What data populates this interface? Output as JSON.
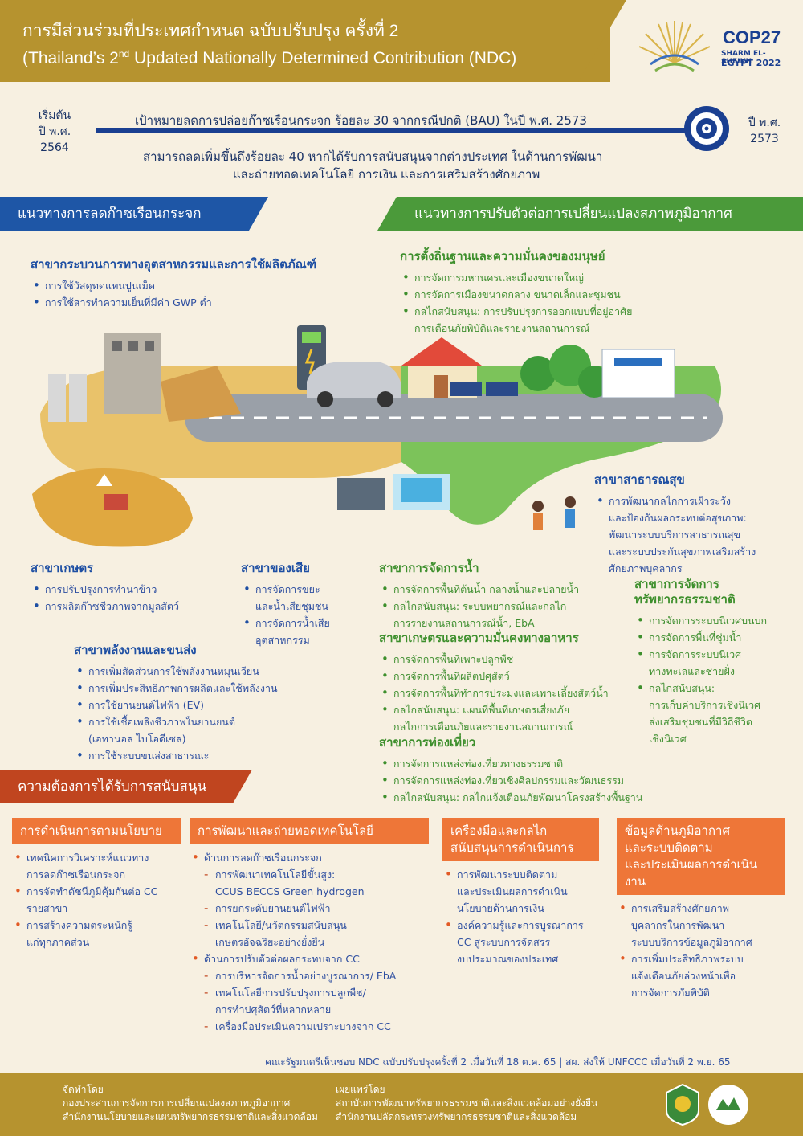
{
  "header": {
    "title_line1": "การมีส่วนร่วมที่ประเทศกำหนด ฉบับปรับปรุง ครั้งที่ 2",
    "title_line2_a": "(Thailand’s 2",
    "title_line2_sup": "nd",
    "title_line2_b": " Updated Nationally Determined Contribution (NDC)",
    "logo_title": "COP27",
    "logo_sub1": "SHARM EL-SHEIKH",
    "logo_sub2": "EGYPT 2022"
  },
  "timeline": {
    "start_l1": "เริ่มต้น",
    "start_l2": "ปี พ.ศ.",
    "start_l3": "2564",
    "end_l1": "ปี พ.ศ.",
    "end_l2": "2573",
    "target": "เป้าหมายลดการปล่อยก๊าซเรือนกระจก ร้อยละ 30 จากกรณีปกติ (BAU) ในปี พ.ศ. 2573",
    "extra_l1": "สามารถลดเพิ่มขึ้นถึงร้อยละ 40 หากได้รับการสนับสนุนจากต่างประเทศ ในด้านการพัฒนา",
    "extra_l2": "และถ่ายทอดเทคโนโลยี การเงิน และการเสริมสร้างศักยภาพ"
  },
  "banners": {
    "mitigation": "แนวทางการลดก๊าซเรือนกระจก",
    "adaptation": "แนวทางการปรับตัวต่อการเปลี่ยนแปลงสภาพภูมิอากาศ",
    "support": "ความต้องการได้รับการสนับสนุน"
  },
  "mitigation": {
    "industry": {
      "title": "สาขากระบวนการทางอุตสาหกรรมและการใช้ผลิตภัณฑ์",
      "items": [
        "การใช้วัสดุทดแทนปูนเม็ด",
        "การใช้สารทำความเย็นที่มีค่า GWP ต่ำ"
      ]
    },
    "agri": {
      "title": "สาขาเกษตร",
      "items": [
        "การปรับปรุงการทำนาข้าว",
        "การผลิตก๊าซชีวภาพจากมูลสัตว์"
      ]
    },
    "waste": {
      "title": "สาขาของเสีย",
      "items": [
        "การจัดการขยะ",
        "และน้ำเสียชุมชน",
        "การจัดการน้ำเสีย",
        "อุตสาหกรรม"
      ]
    },
    "energy": {
      "title": "สาขาพลังงานและขนส่ง",
      "items": [
        "การเพิ่มสัดส่วนการใช้พลังงานหมุนเวียน",
        "การเพิ่มประสิทธิภาพการผลิตและใช้พลังงาน",
        "การใช้ยานยนต์ไฟฟ้า (EV)",
        "การใช้เชื้อเพลิงชีวภาพในยานยนต์",
        "(เอทานอล ไบโอดีเซล)",
        "การใช้ระบบขนส่งสาธารณะ"
      ]
    }
  },
  "adaptation": {
    "settlement": {
      "title": "การตั้งถิ่นฐานและความมั่นคงของมนุษย์",
      "items": [
        "การจัดการมหานครและเมืองขนาดใหญ่",
        "การจัดการเมืองขนาดกลาง ขนาดเล็กและชุมชน",
        "กลไกสนับสนุน: การปรับปรุงการออกแบบที่อยู่อาศัย",
        "การเตือนภัยพิบัติและรายงานสถานการณ์"
      ]
    },
    "health": {
      "title": "สาขาสาธารณสุข",
      "items": [
        "การพัฒนากลไกการเฝ้าระวัง",
        "และป้องกันผลกระทบต่อสุขภาพ:",
        "พัฒนาระบบบริการสาธารณสุข",
        "และระบบประกันสุขภาพเสริมสร้าง",
        "ศักยภาพบุคลากร"
      ]
    },
    "water": {
      "title": "สาขาการจัดการน้ำ",
      "items": [
        "การจัดการพื้นที่ต้นน้ำ กลางน้ำและปลายน้ำ",
        "กลไกสนับสนุน: ระบบพยากรณ์และกลไก",
        "การรายงานสถานการณ์น้ำ, EbA"
      ]
    },
    "natural": {
      "title1": "สาขาการจัดการ",
      "title2": "ทรัพยากรธรรมชาติ",
      "items": [
        "การจัดการระบบนิเวศบนบก",
        "การจัดการพื้นที่ชุ่มน้ำ",
        "การจัดการระบบนิเวศ",
        "ทางทะเลและชายฝั่ง",
        "กลไกสนับสนุน:",
        "การเก็บค่าบริการเชิงนิเวศ",
        "ส่งเสริมชุมชนที่มีวิถีชีวิต",
        "เชิงนิเวศ"
      ]
    },
    "food": {
      "title": "สาขาเกษตรและความมั่นคงทางอาหาร",
      "items": [
        "การจัดการพื้นที่เพาะปลูกพืช",
        "การจัดการพื้นที่ผลิตปศุสัตว์",
        "การจัดการพื้นที่ทำการประมงและเพาะเลี้ยงสัตว์น้ำ",
        "กลไกสนับสนุน: แผนที่พื้นที่เกษตรเสี่ยงภัย",
        "กลไกการเตือนภัยและรายงานสถานการณ์"
      ]
    },
    "tourism": {
      "title": "สาขาการท่องเที่ยว",
      "items": [
        "การจัดการแหล่งท่องเที่ยวทางธรรมชาติ",
        "การจัดการแหล่งท่องเที่ยวเชิงศิลปกรรมและวัฒนธรรม",
        "กลไกสนับสนุน: กลไกแจ้งเตือนภัยพัฒนาโครงสร้างพื้นฐาน"
      ]
    }
  },
  "support": {
    "policy": {
      "title": "การดำเนินการตามนโยบาย",
      "items": [
        "เทคนิคการวิเคราะห์แนวทาง",
        "การลดก๊าซเรือนกระจก",
        "การจัดทำดัชนีภูมิคุ้มกันต่อ CC",
        "รายสาขา",
        "การสร้างความตระหนักรู้",
        "แก่ทุกภาคส่วน"
      ]
    },
    "tech": {
      "title": "การพัฒนาและถ่ายทอดเทคโนโลยี",
      "items": [
        "ด้านการลดก๊าซเรือนกระจก",
        "การพัฒนาเทคโนโลยีขั้นสูง:",
        "CCUS BECCS Green hydrogen",
        "การยกระดับยานยนต์ไฟฟ้า",
        "เทคโนโลยี/นวัตกรรมสนับสนุน",
        "เกษตรอัจฉริยะอย่างยั่งยืน",
        "ด้านการปรับตัวต่อผลกระทบจาก CC",
        "การบริหารจัดการน้ำอย่างบูรณาการ/ EbA",
        "เทคโนโลยีการปรับปรุงการปลูกพืช/",
        "การทำปศุสัตว์ที่หลากหลาย",
        "เครื่องมือประเมินความเปราะบางจาก CC"
      ]
    },
    "tools": {
      "title1": "เครื่องมือและกลไก",
      "title2": "สนับสนุนการดำเนินการ",
      "items": [
        "การพัฒนาระบบติดตาม",
        "และประเมินผลการดำเนิน",
        "นโยบายด้านการเงิน",
        "องค์ความรู้และการบูรณาการ",
        "CC สู่ระบบการจัดสรร",
        "งบประมาณของประเทศ"
      ]
    },
    "data": {
      "title1": "ข้อมูลด้านภูมิอากาศ",
      "title2": "และระบบติดตาม",
      "title3": "และประเมินผลการดำเนินงาน",
      "items": [
        "การเสริมสร้างศักยภาพ",
        "บุคลากรในการพัฒนา",
        "ระบบบริการข้อมูลภูมิอากาศ",
        "การเพิ่มประสิทธิภาพระบบ",
        "แจ้งเตือนภัยล่วงหน้าเพื่อ",
        "การจัดการภัยพิบัติ"
      ]
    }
  },
  "note": "คณะรัฐมนตรีเห็นชอบ NDC ฉบับปรับปรุงครั้งที่ 2 เมื่อวันที่ 18 ต.ค. 65  |  สผ. ส่งให้ UNFCCC เมื่อวันที่ 2 พ.ย. 65",
  "footer": {
    "made_label": "จัดทำโดย",
    "made_l1": "กองประสานการจัดการการเปลี่ยนแปลงสภาพภูมิอากาศ",
    "made_l2": "สำนักงานนโยบายและแผนทรัพยากรธรรมชาติและสิ่งแวดล้อม",
    "pub_label": "เผยแพร่โดย",
    "pub_l1": "สถาบันการพัฒนาทรัพยากรธรรมชาติและสิ่งแวดล้อมอย่างยั่งยืน",
    "pub_l2": "สำนักงานปลัดกระทรวงทรัพยากรธรรมชาติและสิ่งแวดล้อม"
  },
  "colors": {
    "gold": "#b6932f",
    "blue": "#1e56a6",
    "green": "#4b9a3a",
    "orange": "#ee7638",
    "red": "#c0451f"
  }
}
